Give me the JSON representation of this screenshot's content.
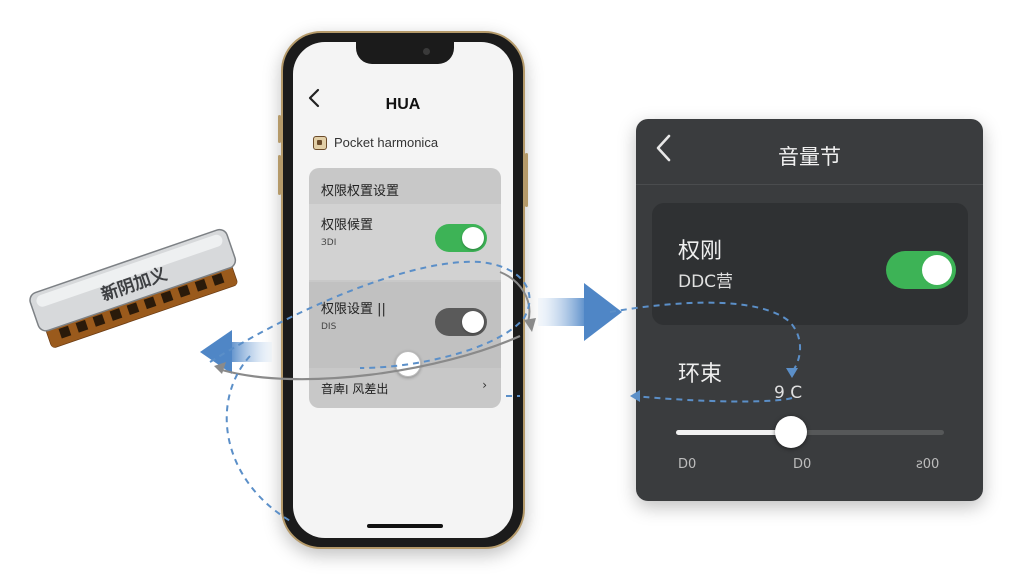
{
  "harmonica": {
    "engraving": "新阴加义"
  },
  "phone": {
    "title": "HUA",
    "back_icon": "chevron-left-icon",
    "app_name": "Pocket harmonica",
    "panel": {
      "header": "权限权置设置",
      "row1": {
        "label": "权限候置",
        "sub": "ЗDI",
        "toggle_on": true
      },
      "row2": {
        "label": "权限设置 ||",
        "sub": "DIS",
        "toggle_on": false
      },
      "footer_label": "音庳׀ 风差出",
      "footer_chevron": "›"
    }
  },
  "card": {
    "title": "音量节",
    "back_icon": "chevron-left-icon",
    "setting": {
      "label": "权刚",
      "value": "DDC营",
      "toggle_on": true
    },
    "slider": {
      "label": "环束",
      "value_text": "9 C",
      "level": 0.43,
      "ticks": [
        "D0",
        "D0",
        "ƨ00"
      ]
    }
  },
  "colors": {
    "toggle_green": "#3db356",
    "toggle_off": "#5a5a5a",
    "arrow_blue": "#5b8fc8",
    "card_bg": "#3a3c3e"
  }
}
